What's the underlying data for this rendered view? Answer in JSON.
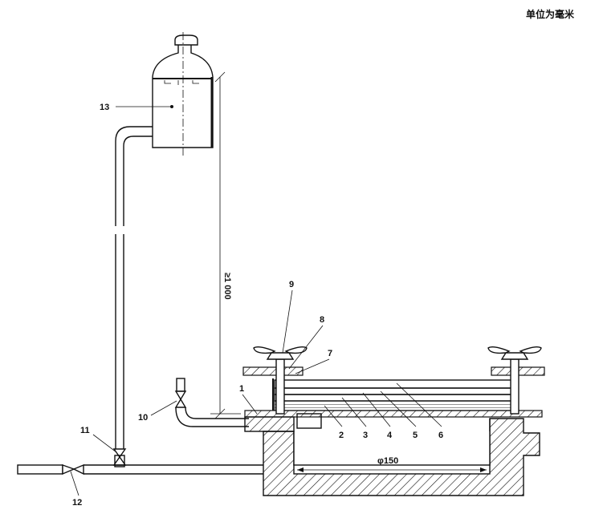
{
  "unit_note": "单位为毫米",
  "dimensions": {
    "height": "≥1 000",
    "diameter": "φ150"
  },
  "callouts": {
    "c1": "1",
    "c2": "2",
    "c3": "3",
    "c4": "4",
    "c5": "5",
    "c6": "6",
    "c7": "7",
    "c8": "8",
    "c9": "9",
    "c10": "10",
    "c11": "11",
    "c12": "12",
    "c13": "13"
  }
}
